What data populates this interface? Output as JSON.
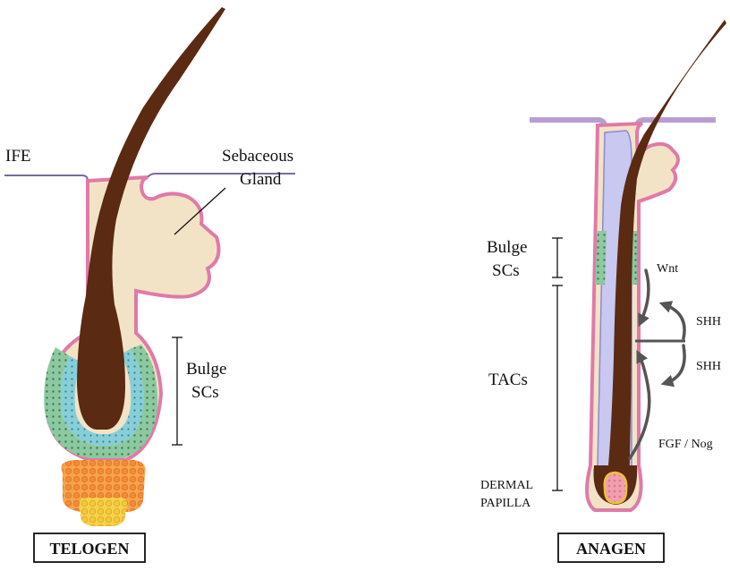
{
  "telogen": {
    "title": "TELOGEN",
    "ife_label": "IFE",
    "sebaceous_line1": "Sebaceous",
    "sebaceous_line2": "Gland",
    "bulge_line1": "Bulge",
    "bulge_line2": "SCs"
  },
  "anagen": {
    "title": "ANAGEN",
    "bulge_line1": "Bulge",
    "bulge_line2": "SCs",
    "tacs_label": "TACs",
    "dermal_line1": "DERMAL",
    "dermal_line2": "PAPILLA",
    "signal_wnt": "Wnt",
    "signal_shh_1": "SHH",
    "signal_shh_2": "SHH",
    "signal_fgf": "FGF / Nog"
  },
  "colors": {
    "hair_shaft": "#5a2a12",
    "follicle_fill": "#f3e3c6",
    "outer_sheath": "#e07aa8",
    "bulge_green": "#8cc9a0",
    "bulge_teal": "#86cfd8",
    "inner_sheath": "#c8c8f0",
    "papilla_orange": "#f6a54a",
    "papilla_yellow": "#f7d24a",
    "epidermis_line": "#7a6aa0"
  }
}
